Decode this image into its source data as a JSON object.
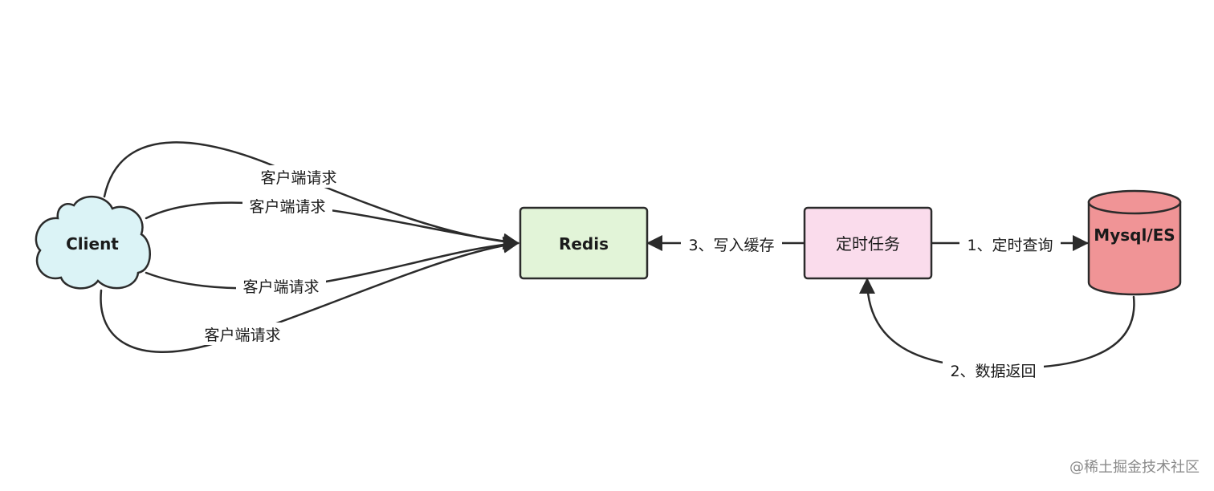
{
  "nodes": {
    "client": {
      "label": "Client",
      "fill": "#dbf3f6"
    },
    "redis": {
      "label": "Redis",
      "fill": "#e2f4d8"
    },
    "scheduler": {
      "label": "定时任务",
      "fill": "#fadcec"
    },
    "database": {
      "label": "Mysql/ES",
      "fill": "#f09496"
    }
  },
  "edges": {
    "request_1": "客户端请求",
    "request_2": "客户端请求",
    "request_3": "客户端请求",
    "request_4": "客户端请求",
    "timed_query": "1、定时查询",
    "data_return": "2、数据返回",
    "write_cache": "3、写入缓存"
  },
  "watermark": "@稀土掘金技术社区",
  "colors": {
    "stroke": "#2b2b2b",
    "background": "#ffffff"
  }
}
